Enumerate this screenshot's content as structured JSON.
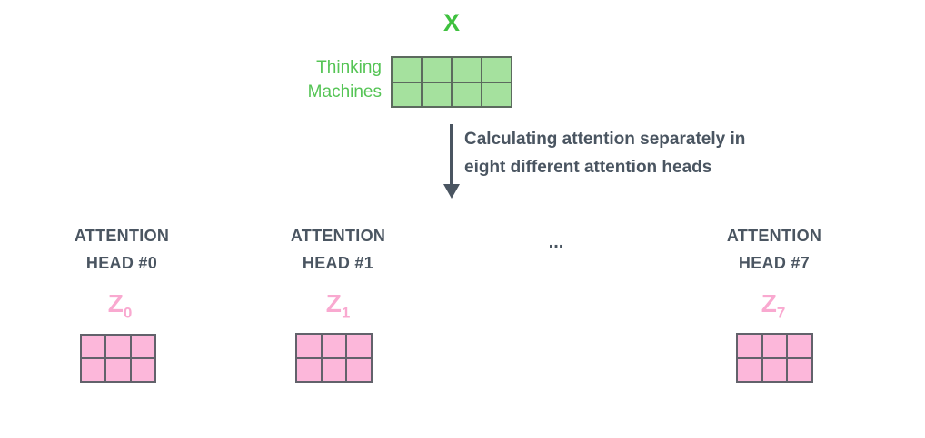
{
  "colors": {
    "green_accent": "#3fc13f",
    "green_text": "#55c455",
    "green_fill": "#a5e19e",
    "green_border": "#5c6a5e",
    "pink_accent": "#f9a9d0",
    "pink_fill": "#fcb7da",
    "pink_border": "#62626b",
    "slate": "#4a5561",
    "background": "#ffffff"
  },
  "input": {
    "matrix_label": "X",
    "row_labels": "Thinking\nMachines",
    "matrix": {
      "rows": 2,
      "cols": 4
    }
  },
  "arrow": {
    "caption": "Calculating attention separately in\neight different attention heads"
  },
  "heads": [
    {
      "label": "ATTENTION\nHEAD #0",
      "z_base": "Z",
      "z_sub": "0",
      "matrix": {
        "rows": 2,
        "cols": 3
      }
    },
    {
      "label": "ATTENTION\nHEAD #1",
      "z_base": "Z",
      "z_sub": "1",
      "matrix": {
        "rows": 2,
        "cols": 3
      }
    },
    {
      "label": "ATTENTION\nHEAD #7",
      "z_base": "Z",
      "z_sub": "7",
      "matrix": {
        "rows": 2,
        "cols": 3
      }
    }
  ],
  "ellipsis": "..."
}
